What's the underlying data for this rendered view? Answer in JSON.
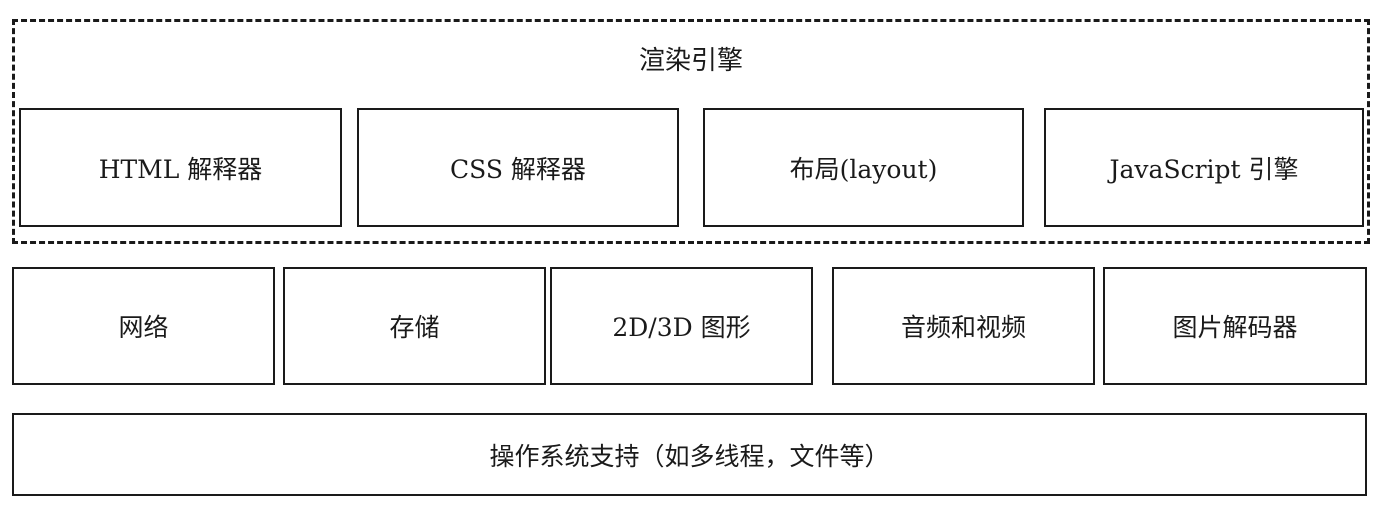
{
  "render_engine": {
    "title": "渲染引擎",
    "components": [
      "HTML 解释器",
      "CSS 解释器",
      "布局(layout)",
      "JavaScript 引擎"
    ]
  },
  "modules": [
    "网络",
    "存储",
    "2D/3D 图形",
    "音频和视频",
    "图片解码器"
  ],
  "os_support": "操作系统支持（如多线程，文件等）"
}
